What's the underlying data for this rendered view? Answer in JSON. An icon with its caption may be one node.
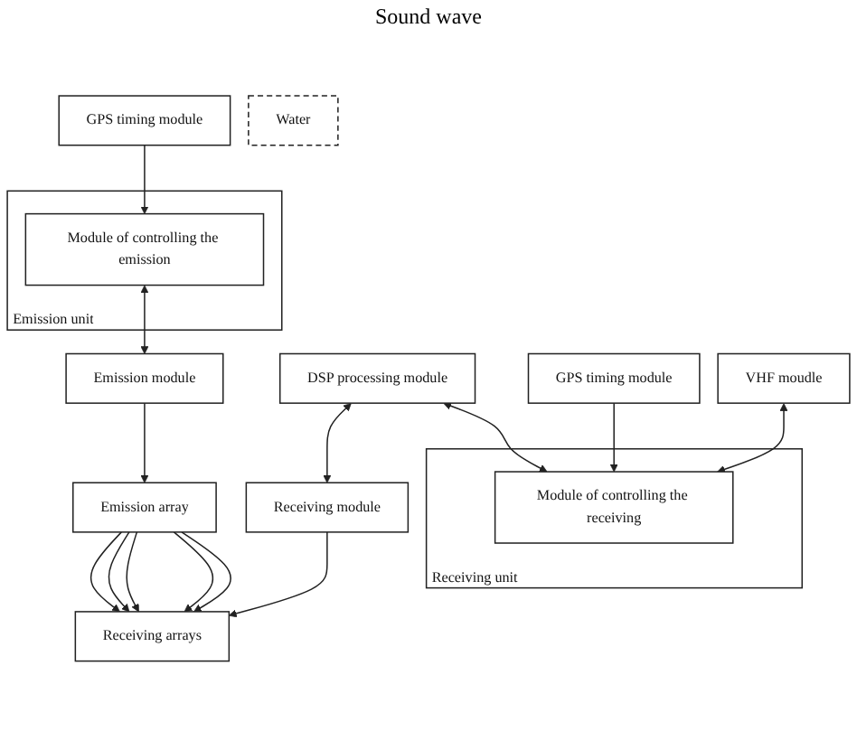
{
  "diagram": {
    "nodes": [
      {
        "text": [
          "GPS timing module"
        ]
      },
      {
        "text": [
          "Emission unit"
        ]
      },
      {
        "text": [
          "Module of controlling the emission"
        ],
        "in": 1
      },
      {
        "text": [
          "Water"
        ]
      },
      {
        "text": [
          "Emission module"
        ]
      },
      {
        "text": [
          "Emission array"
        ]
      },
      {
        "text": [
          "Receiving unit"
        ]
      },
      {
        "text": [
          "DSP processing module"
        ]
      },
      {
        "text": [
          "Receiving module"
        ]
      },
      {
        "text": [
          "Receiving arrays"
        ]
      },
      {
        "text": [
          "Module of controlling the receiving"
        ],
        "in": 6
      },
      {
        "text": [
          "GPS timing module"
        ]
      },
      {
        "text": [
          "VHF moudle"
        ]
      }
    ],
    "edges": [
      {
        "from": 0,
        "to": 2,
        "arrow": "to"
      },
      {
        "from": 2,
        "to": 4,
        "arrow": "both"
      },
      {
        "from": 4,
        "to": 5,
        "arrow": "to"
      },
      {
        "from": 5,
        "to": 9,
        "arrow": "to"
      },
      {
        "from": 5,
        "to": 9,
        "arrow": "to"
      },
      {
        "from": 5,
        "to": 9,
        "arrow": "to"
      },
      {
        "from": 5,
        "to": 9,
        "arrow": "to"
      },
      {
        "from": 5,
        "to": 9,
        "arrow": "to"
      },
      {
        "from": 7,
        "to": 8,
        "arrow": "both"
      },
      {
        "from": 8,
        "to": 9,
        "arrow": "to"
      },
      {
        "from": 7,
        "to": 10,
        "arrow": "both"
      },
      {
        "from": 11,
        "to": 10,
        "arrow": "to"
      },
      {
        "from": 12,
        "to": 10,
        "arrow": "both"
      }
    ],
    "labels": [
      "Sound wave"
    ]
  }
}
